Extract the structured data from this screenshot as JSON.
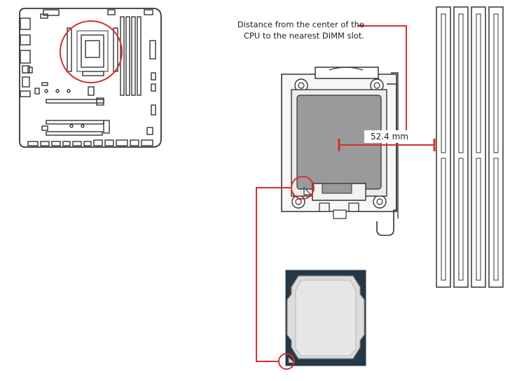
{
  "callout": {
    "line1": "Distance from the center of the",
    "line2": "CPU to the nearest DIMM slot."
  },
  "measurement": {
    "label": "52.4 mm"
  },
  "colors": {
    "accent_red": "#d32f2f",
    "outline": "#333333",
    "socket_fill": "#9a9a9a",
    "cpu_substrate": "#263745",
    "cpu_ihs": "#dcdcdc"
  }
}
